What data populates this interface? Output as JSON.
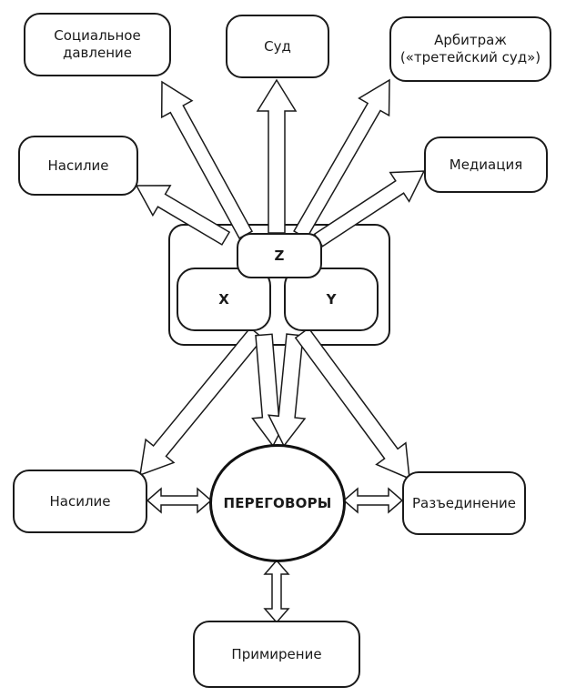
{
  "nodes": {
    "social_pressure": "Социальное\nдавление",
    "court": "Суд",
    "arbitration": "Арбитраж\n(«третейский суд»)",
    "violence_top": "Насилие",
    "mediation": "Медиация",
    "party_z": "Z",
    "party_x": "X",
    "party_y": "Y",
    "violence_bottom": "Насилие",
    "negotiations": "ПЕРЕГОВОРЫ",
    "separation": "Разъединение",
    "reconciliation": "Примирение"
  },
  "colors": {
    "stroke": "#1a1a1a",
    "fill": "#ffffff"
  }
}
